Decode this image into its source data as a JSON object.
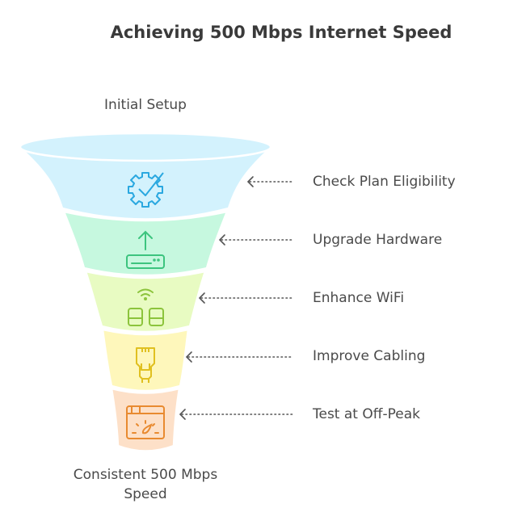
{
  "title": "Achieving 500 Mbps Internet Speed",
  "top_label": "Initial Setup",
  "bottom_label_line1": "Consistent 500 Mbps",
  "bottom_label_line2": "Speed",
  "stages": [
    {
      "label": "Check Plan Eligibility",
      "icon": "gear-check-icon",
      "fill": "#d3f2fd",
      "stroke": "#2aa8e0"
    },
    {
      "label": "Upgrade Hardware",
      "icon": "router-upgrade-icon",
      "fill": "#c6f8df",
      "stroke": "#3cc47e"
    },
    {
      "label": "Enhance WiFi",
      "icon": "mesh-wifi-icon",
      "fill": "#e8fbc2",
      "stroke": "#8cc43c"
    },
    {
      "label": "Improve Cabling",
      "icon": "ethernet-cable-icon",
      "fill": "#fef7bb",
      "stroke": "#e0c020"
    },
    {
      "label": "Test at Off-Peak",
      "icon": "speed-test-icon",
      "fill": "#fde0c8",
      "stroke": "#e88a30"
    }
  ]
}
